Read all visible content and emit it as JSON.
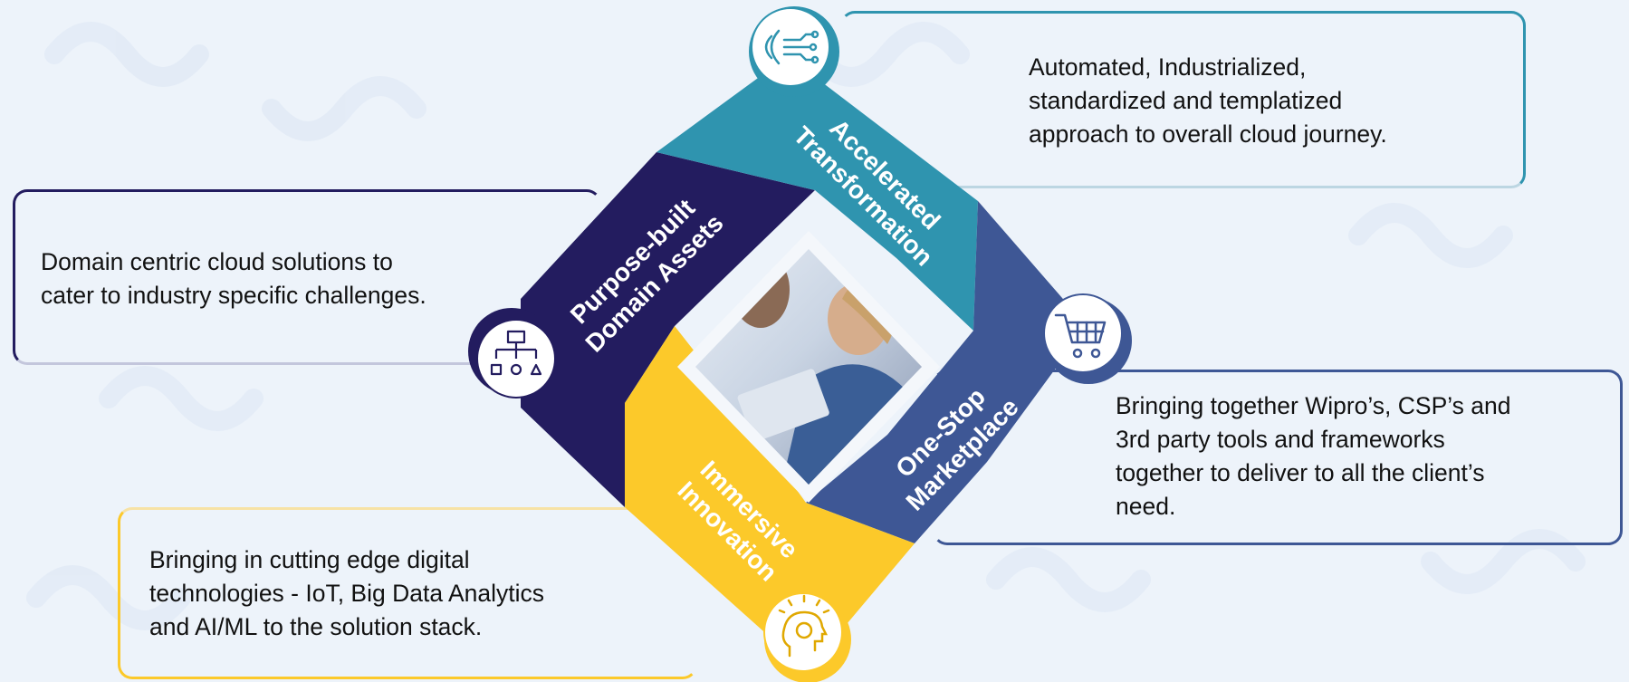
{
  "segments": [
    {
      "id": "accelerated",
      "title_line1": "Accelerated",
      "title_line2": "Transformation",
      "color": "#2f94af",
      "icon": "neural-circuit-icon"
    },
    {
      "id": "marketplace",
      "title_line1": "One-Stop",
      "title_line2": "Marketplace",
      "color": "#3e5795",
      "icon": "shopping-cart-icon"
    },
    {
      "id": "innovation",
      "title_line1": "Immersive",
      "title_line2": "Innovation",
      "color": "#fcc92a",
      "icon": "brain-head-icon"
    },
    {
      "id": "domain",
      "title_line1": "Purpose-built",
      "title_line2": "Domain Assets",
      "color": "#231c5f",
      "icon": "hierarchy-shapes-icon"
    }
  ],
  "callouts": {
    "accelerated": {
      "lines": [
        "Automated, Industrialized,",
        "standardized and templatized",
        "approach to overall cloud journey."
      ]
    },
    "domain": {
      "lines": [
        "Domain centric cloud solutions to",
        "cater to industry specific challenges."
      ]
    },
    "marketplace": {
      "lines": [
        "Bringing together Wipro’s, CSP’s and",
        "3rd party tools and frameworks",
        "together to deliver to all the client’s",
        "need."
      ]
    },
    "innovation": {
      "lines": [
        "Bringing in cutting edge digital",
        "technologies - IoT, Big Data Analytics",
        "and AI/ML to the solution stack."
      ]
    }
  },
  "center_image": "photo-of-smiling-professionals-at-laptop"
}
